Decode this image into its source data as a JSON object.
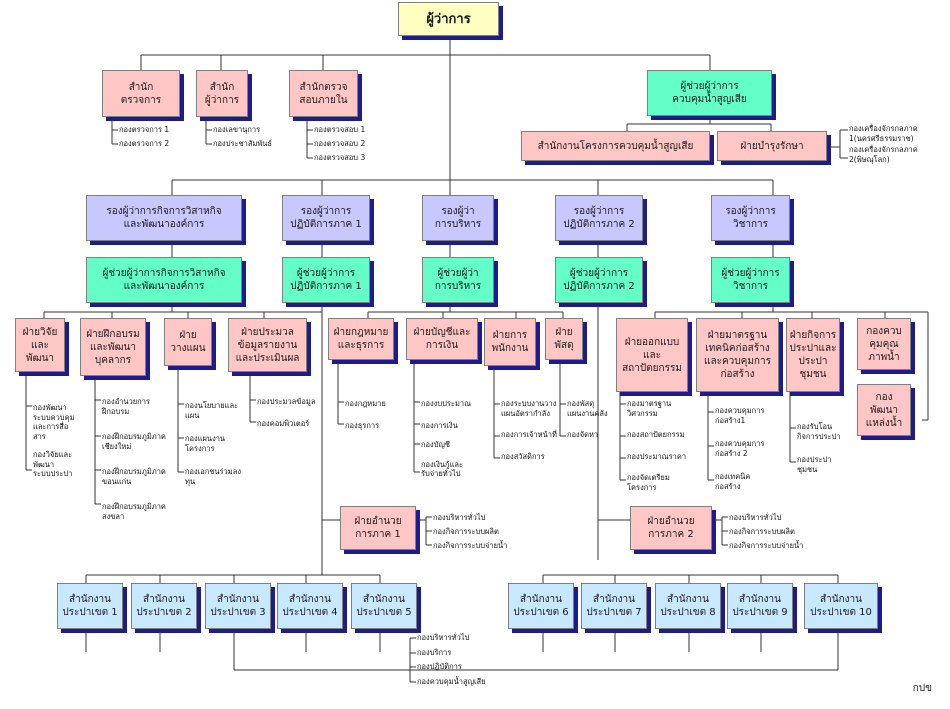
{
  "governor": "ผู้ว่าการ",
  "offices": [
    {
      "label": "สำนัก\nตรวจการ",
      "units": [
        "กองตรวจการ 1",
        "กองตรวจการ 2"
      ]
    },
    {
      "label": "สำนัก\nผู้ว่าการ",
      "units": [
        "กองเลขานุการ",
        "กองประชาสัมพันธ์"
      ]
    },
    {
      "label": "สำนักตรวจ\nสอบภายใน",
      "units": [
        "กองตรวจสอบ 1",
        "กองตรวจสอบ 2",
        "กองตรวจสอบ 3"
      ]
    }
  ],
  "water_loss": {
    "title": "ผู้ช่วยผู้ว่าการ\nควบคุมน้ำสูญเสีย",
    "project": "สำนักงานโครงการควบคุมน้ำสูญเสีย",
    "maintenance": "ฝ่ายบำรุงรักษา",
    "maint_units": [
      "กองเครื่องจักรกลภาค",
      "1(นครศรีธรรมราช)",
      "กองเครื่องจักรกลภาค",
      "2(พิษณุโลก)"
    ]
  },
  "deputies": [
    {
      "label": "รองผู้ว่าการกิจการวิสาหกิจ\nและพัฒนาองค์การ",
      "assistant": "ผู้ช่วยผู้ว่าการกิจการวิสาหกิจ\nและพัฒนาองค์การ"
    },
    {
      "label": "รองผู้ว่าการ\nปฏิบัติการภาค 1",
      "assistant": "ผู้ช่วยผู้ว่าการ\nปฏิบัติการภาค 1"
    },
    {
      "label": "รองผู้ว่า\nการบริหาร",
      "assistant": "ผู้ช่วยผู้ว่า\nการบริหาร"
    },
    {
      "label": "รองผู้ว่าการ\nปฏิบัติการภาค 2",
      "assistant": "ผู้ช่วยผู้ว่าการ\nปฏิบัติการภาค 2"
    },
    {
      "label": "รองผู้ว่าการ\nวิชาการ",
      "assistant": "ผู้ช่วยผู้ว่าการ\nวิชาการ"
    }
  ],
  "departments": [
    {
      "label": "ฝ่ายวิจัย\nและ\nพัฒนา",
      "units": [
        "กองพัฒนา",
        "ระบบควบคุม",
        "และการสื่อ",
        "สาร",
        "",
        "กองวิจัยและ",
        "พัฒนา",
        "ระบบประปา"
      ]
    },
    {
      "label": "ฝ่ายฝึกอบรม\nและพัฒนา\nบุคลากร",
      "units": [
        "กองอำนวยการ",
        "ฝึกอบรม",
        "",
        "กองฝึกอบรมภูมิภาค",
        "เชียงใหม่",
        "",
        "กองฝึกอบรมภูมิภาค",
        "ขอนแก่น",
        "",
        "กองฝึกอบรมภูมิภาค",
        "สงขลา"
      ]
    },
    {
      "label": "ฝ่าย\nวางแผน",
      "units": [
        "กองนโยบายและ",
        "แผน",
        "",
        "กองแผนงาน",
        "โครงการ",
        "",
        "กองเอกชนร่วมลง",
        "ทุน"
      ]
    },
    {
      "label": "ฝ่ายประมวล\nข้อมูลรายงาน\nและประเมินผล",
      "units": [
        "กองประมวลข้อมูล",
        "",
        "กองคอมพิวเตอร์"
      ]
    },
    {
      "label": "ฝ่ายกฎหมาย\nและธุรการ",
      "units": [
        "กองกฎหมาย",
        "",
        "กองธุรการ"
      ]
    },
    {
      "label": "ฝ่ายบัญชีและ\nการเงิน",
      "units": [
        "กองงบประมาณ",
        "",
        "กองการเงิน",
        "",
        "กองบัญชี",
        "",
        "กองเงินกู้และ",
        "รับจ่ายทั่วไป"
      ]
    },
    {
      "label": "ฝ่ายการ\nพนักงาน",
      "units": [
        "กองระบบงานวาง",
        "แผนอัตรากำลัง",
        "",
        "กองการเจ้าหน้าที่",
        "",
        "กองสวัสดิการ"
      ]
    },
    {
      "label": "ฝ่าย\nพัสดุ",
      "units": [
        "กองพัสดุ",
        "แผนงานคลัง",
        "",
        "กองจัดหา"
      ]
    },
    {
      "label": "ฝ่ายออกแบบ\nและ\nสถาปัตยกรรม",
      "units": [
        "กองมาตรฐาน",
        "วิศวกรรม",
        "",
        "กองสถาปัตยกรรม",
        "",
        "กองประมาณราคา",
        "",
        "กองจัดเตรียม",
        "โครงการ"
      ]
    },
    {
      "label": "ฝ่ายมาตรฐาน\nเทคนิคก่อสร้าง\nและควบคุมการ\nก่อสร้าง",
      "units": [
        "กองควบคุมการ",
        "ก่อสร้าง1",
        "",
        "กองควบคุมการ",
        "ก่อสร้าง 2",
        "",
        "กองเทคนิค",
        "ก่อสร้าง"
      ]
    },
    {
      "label": "ฝ่ายกิจการ\nประปาและ\nประปา\nชุมชน",
      "units": [
        "กองรับโอน",
        "กิจการประปา",
        "",
        "กองประปา",
        "ชุมชน"
      ]
    },
    {
      "label": "กองควบ\nคุมคุณ\nภาพน้ำ",
      "units": []
    },
    {
      "label": "กอง\nพัฒนา\nแหล่งน้ำ",
      "units": []
    }
  ],
  "regional_admin": [
    {
      "label": "ฝ่ายอำนวย\nการภาค 1",
      "units": [
        "กองบริหารทั่วไป",
        "กองกิจการระบบผลิต",
        "กองกิจการระบบจ่ายน้ำ"
      ]
    },
    {
      "label": "ฝ่ายอำนวย\nการภาค 2",
      "units": [
        "กองบริหารทั่วไป",
        "กองกิจการระบบผลิต",
        "กองกิจการระบบจ่ายน้ำ"
      ]
    }
  ],
  "regional_offices": [
    "สำนักงาน\nประปาเขต 1",
    "สำนักงาน\nประปาเขต 2",
    "สำนักงาน\nประปาเขต 3",
    "สำนักงาน\nประปาเขต 4",
    "สำนักงาน\nประปาเขต 5",
    "สำนักงาน\nประปาเขต 6",
    "สำนักงาน\nประปาเขต 7",
    "สำนักงาน\nประปาเขต 8",
    "สำนักงาน\nประปาเขต 9",
    "สำนักงาน\nประปาเขต 10"
  ],
  "regional_units": [
    "กองบริหารทั่วไป",
    "กองบริการ",
    "กองปฏิบัติการ",
    "กองควบคุมน้ำสูญเสีย"
  ],
  "footer": "กปข"
}
